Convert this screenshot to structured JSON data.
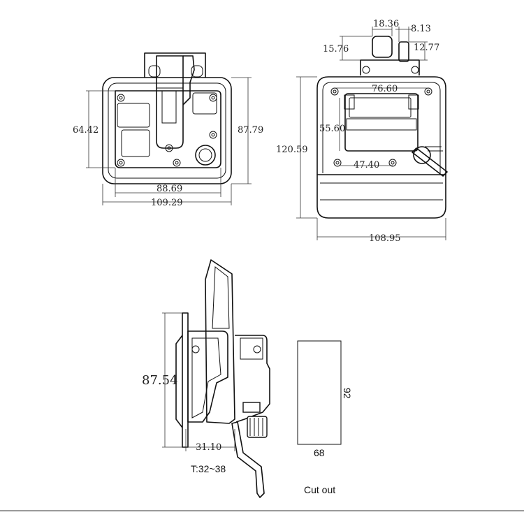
{
  "front_view": {
    "height_inner": "64.42",
    "height_outer": "87.79",
    "width_inner": "88.69",
    "width_outer": "109.29"
  },
  "rear_view": {
    "top_a": "18.36",
    "top_b": "8.13",
    "top_c": "15.76",
    "top_d": "12.77",
    "width_upper": "76.60",
    "height_body": "55.60",
    "width_lower": "47.40",
    "height_total": "120.59",
    "width_total": "108.95"
  },
  "side_view": {
    "height": "87.54",
    "depth": "31.10",
    "thickness": "T:32~38"
  },
  "cutout": {
    "height": "92",
    "width": "68",
    "label": "Cut out"
  }
}
